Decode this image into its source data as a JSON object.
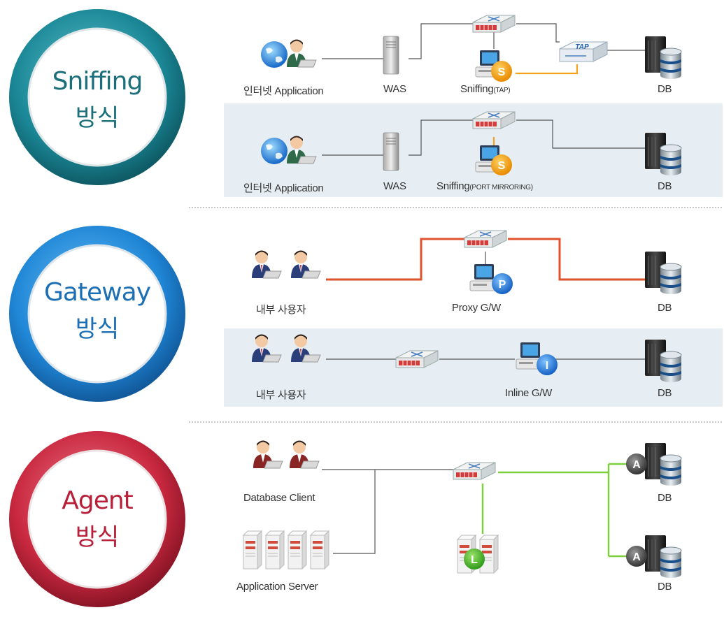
{
  "methods": [
    {
      "title": "Sniffing",
      "subtitle": "방식",
      "color": "#1b7f8c"
    },
    {
      "title": "Gateway",
      "subtitle": "방식",
      "color": "#1f7fcf"
    },
    {
      "title": "Agent",
      "subtitle": "방식",
      "color": "#c82a44"
    }
  ],
  "sniffing_tap": {
    "client": "인터넷 Application",
    "was": "WAS",
    "sniffer": "Sniffing",
    "sniffer_note": "(TAP)",
    "tap": "TAP",
    "db": "DB",
    "badge": "S"
  },
  "sniffing_mirror": {
    "client": "인터넷 Application",
    "was": "WAS",
    "sniffer": "Sniffing",
    "sniffer_note": "(PORT MIRRORING)",
    "db": "DB",
    "badge": "S"
  },
  "gateway_proxy": {
    "users": "내부 사용자",
    "proxy": "Proxy G/W",
    "db": "DB",
    "badge": "P"
  },
  "gateway_inline": {
    "users": "내부 사용자",
    "inline": "Inline G/W",
    "db": "DB",
    "badge": "I"
  },
  "agent": {
    "client": "Database Client",
    "server": "Application Server",
    "db1": "DB",
    "db2": "DB",
    "agent_badge": "A",
    "log_badge": "L"
  },
  "colors": {
    "proxy_line": "#e0522c",
    "tap_line": "#f4a21c",
    "agent_line": "#7ccf3a",
    "plain_line": "#555555",
    "panel_bg": "#e6eef3"
  }
}
